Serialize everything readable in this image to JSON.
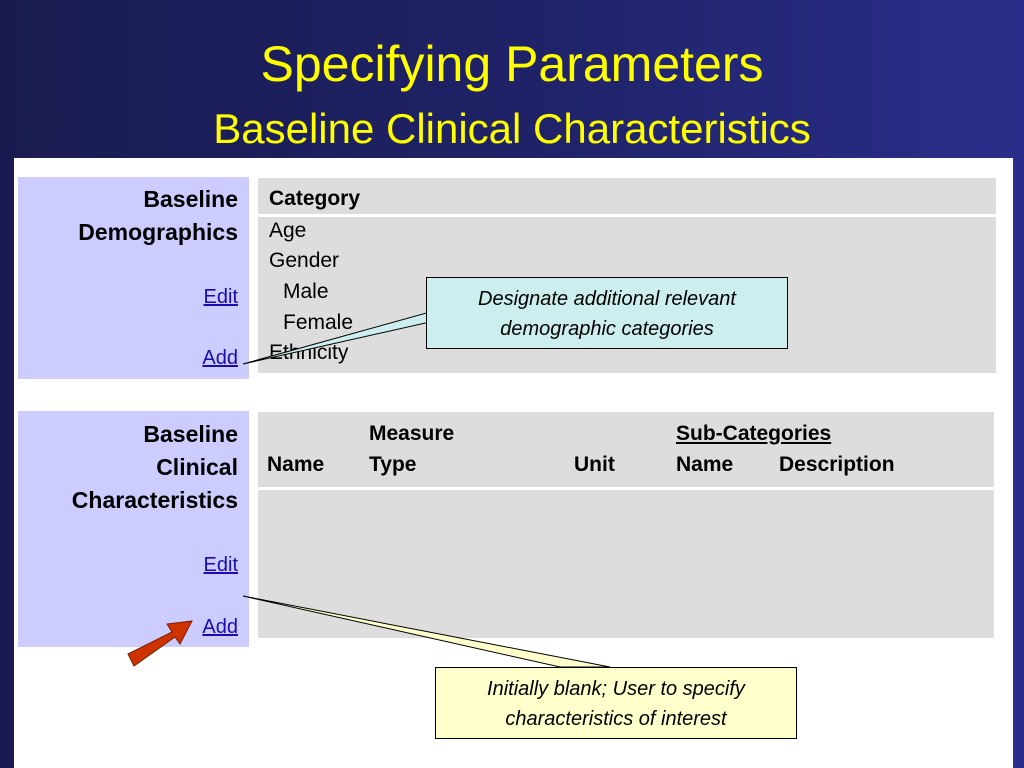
{
  "slide": {
    "title": "Specifying Parameters",
    "subtitle": "Baseline Clinical Characteristics"
  },
  "demographics": {
    "label_line1": "Baseline",
    "label_line2": "Demographics",
    "edit_link": "Edit",
    "add_link": "Add",
    "table_header": "Category",
    "rows": [
      "Age",
      "Gender",
      "Male",
      "Female",
      "Ethnicity"
    ]
  },
  "clinical": {
    "label_line1": "Baseline",
    "label_line2": "Clinical",
    "label_line3": "Characteristics",
    "edit_link": "Edit",
    "add_link": "Add",
    "header": {
      "measure_top": "Measure",
      "subcategories": "Sub-Categories",
      "name": "Name",
      "type": "Type",
      "unit": "Unit",
      "sub_name": "Name",
      "description": "Description"
    }
  },
  "callouts": {
    "demographics_note": {
      "line1": "Designate additional relevant",
      "line2": "demographic categories"
    },
    "clinical_note": {
      "line1": "Initially blank; User to specify",
      "line2": "characteristics of interest"
    }
  },
  "colors": {
    "title": "#ffff00",
    "side_panel": "#ccccff",
    "table_bg": "#dddddd",
    "callout_teal": "#cceeee",
    "callout_yellow": "#ffffcc",
    "arrow": "#cc3300"
  }
}
